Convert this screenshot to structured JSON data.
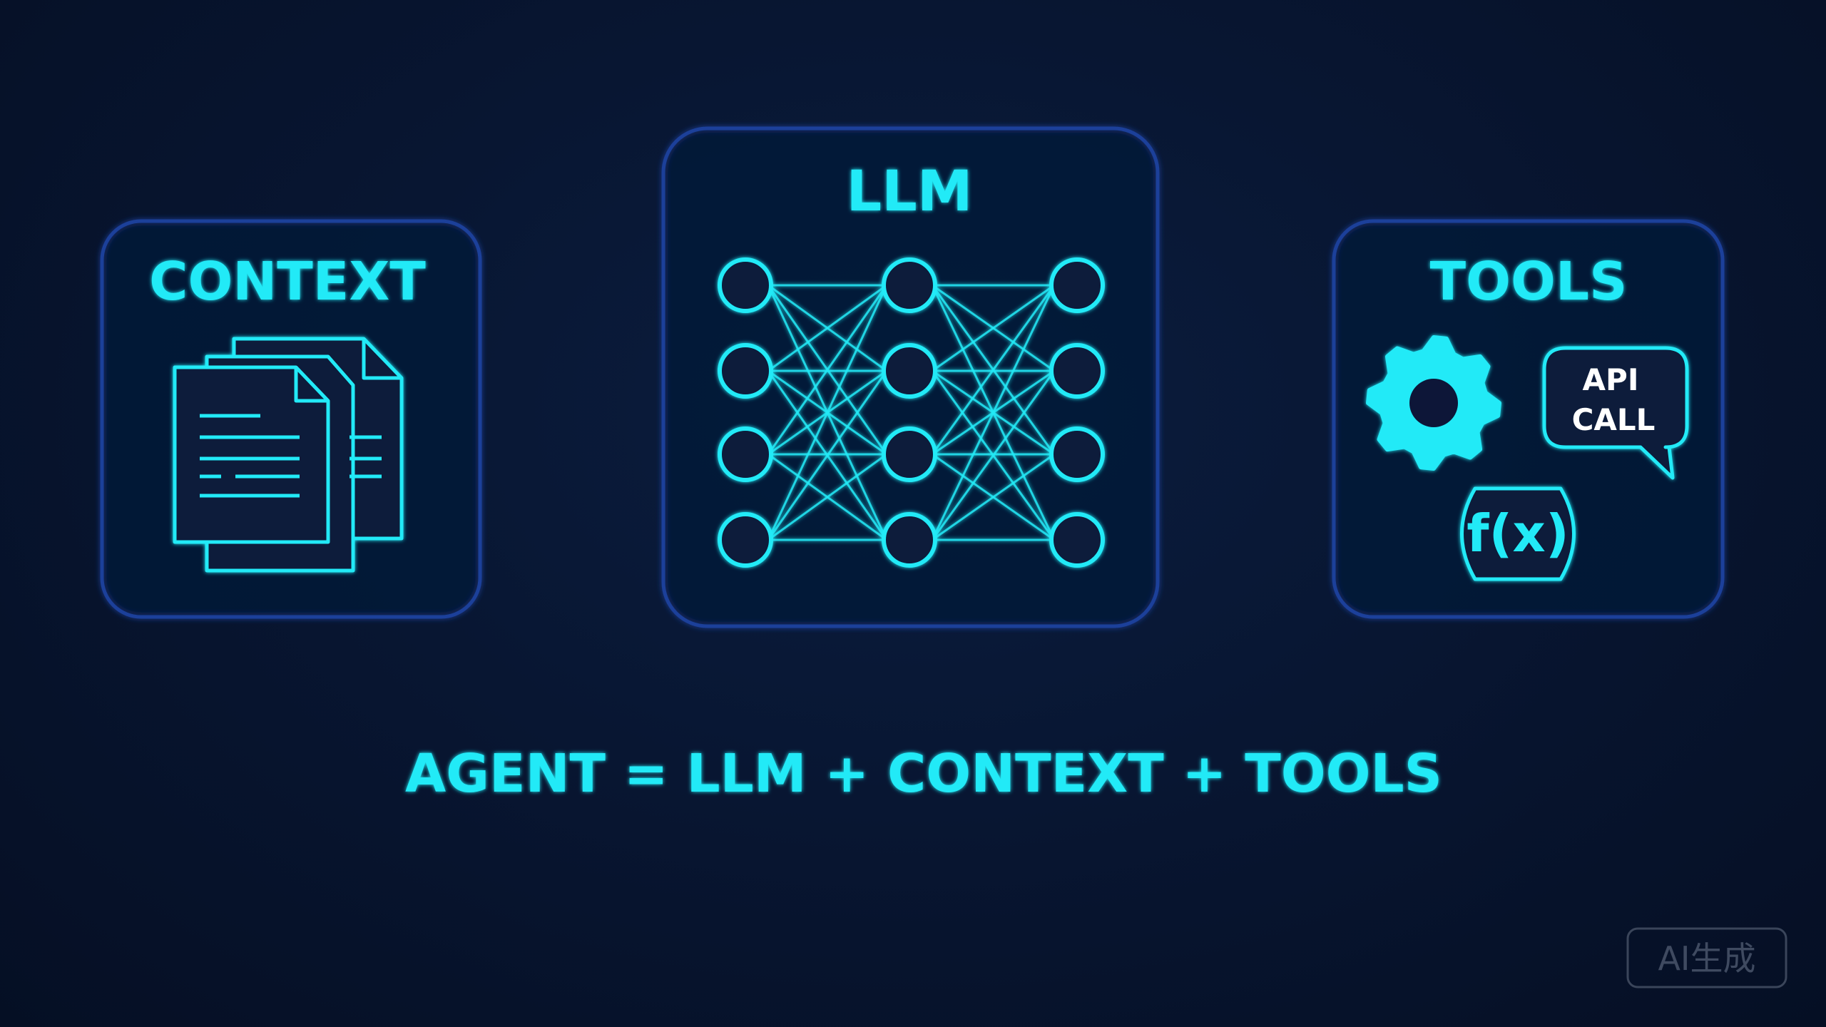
{
  "nodes": {
    "context": {
      "title": "CONTEXT",
      "icon": "documents-icon"
    },
    "llm": {
      "title": "LLM",
      "icon": "neural-network-icon",
      "layers": [
        4,
        4,
        4
      ]
    },
    "tools": {
      "title": "TOOLS",
      "items": [
        {
          "icon": "gear-icon"
        },
        {
          "icon": "speech-bubble-icon",
          "label_line1": "API",
          "label_line2": "CALL"
        },
        {
          "icon": "function-icon",
          "label": "f(x)"
        }
      ]
    }
  },
  "equation": "AGENT = LLM + CONTEXT + TOOLS",
  "watermark": "AI生成",
  "colors": {
    "background": "#06122a",
    "box_border": "#1d3f9a",
    "accent_cyan": "#22eaf7",
    "connector": "#2bc8ee"
  }
}
